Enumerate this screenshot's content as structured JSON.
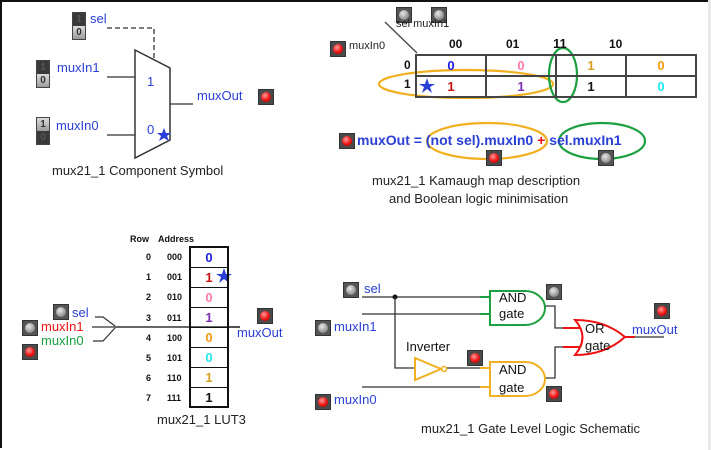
{
  "colors": {
    "label_blue": "#2a3fd6",
    "grouping_orange": "#f0b020",
    "grouping_green": "#1aa040",
    "or_gate_red": "#ee1111",
    "led_on": "#ee1111",
    "led_off": "#9a9a9a"
  },
  "symbol_panel": {
    "inputs": [
      {
        "name": "sel",
        "toggle_value": "0"
      },
      {
        "name": "muxIn1",
        "toggle_value": "0"
      },
      {
        "name": "muxIn0",
        "toggle_value": "1"
      }
    ],
    "port_labels": {
      "one": "1",
      "zero": "0"
    },
    "output": {
      "name": "muxOut",
      "led": "on"
    },
    "caption": "mux21_1 Component Symbol"
  },
  "kmap_panel": {
    "col_var_labels": [
      "sel",
      "muxIn1"
    ],
    "row_var_label": "muxIn0",
    "row_var_led": "on",
    "col_var_leds": [
      "off",
      "off"
    ],
    "column_headers": [
      "00",
      "01",
      "11",
      "10"
    ],
    "row_headers": [
      "0",
      "1"
    ],
    "cells": [
      [
        {
          "v": "0",
          "color": "#2020e0"
        },
        {
          "v": "0",
          "color": "#ff7aa8"
        },
        {
          "v": "1",
          "color": "#d4a020"
        },
        {
          "v": "0",
          "color": "#f59a10"
        }
      ],
      [
        {
          "v": "1",
          "color": "#c81010"
        },
        {
          "v": "1",
          "color": "#7a30b0"
        },
        {
          "v": "1",
          "color": "#111111"
        },
        {
          "v": "0",
          "color": "#20e8f0"
        }
      ]
    ],
    "equation": {
      "output": "muxOut",
      "equals": "=",
      "term1": "(not sel).muxIn0",
      "plus": "+",
      "term2": "sel.muxIn1",
      "term1_led": "on",
      "term2_led": "off",
      "output_led": "on"
    },
    "caption_line1": "mux21_1 Kamaugh map description",
    "caption_line2": "and Boolean logic minimisation"
  },
  "lut_panel": {
    "header_row": "Row",
    "header_address": "Address",
    "rows": [
      {
        "row": "0",
        "address": "000",
        "value": "0",
        "color": "#2020e0"
      },
      {
        "row": "1",
        "address": "001",
        "value": "1",
        "color": "#c81010"
      },
      {
        "row": "2",
        "address": "010",
        "value": "0",
        "color": "#ff7aa8"
      },
      {
        "row": "3",
        "address": "011",
        "value": "1",
        "color": "#7a30b0"
      },
      {
        "row": "4",
        "address": "100",
        "value": "0",
        "color": "#f59a10"
      },
      {
        "row": "5",
        "address": "101",
        "value": "0",
        "color": "#20e8f0"
      },
      {
        "row": "6",
        "address": "110",
        "value": "1",
        "color": "#d4a020"
      },
      {
        "row": "7",
        "address": "111",
        "value": "1",
        "color": "#111111"
      }
    ],
    "inputs": [
      {
        "name": "sel",
        "color": "#2a3fd6",
        "led": "off"
      },
      {
        "name": "muxIn1",
        "color": "#ee1111",
        "led": "off"
      },
      {
        "name": "muxIn0",
        "color": "#1aa040",
        "led": "on"
      }
    ],
    "output": {
      "name": "muxOut",
      "led": "on"
    },
    "caption": "mux21_1 LUT3"
  },
  "gate_panel": {
    "inputs": [
      {
        "name": "sel",
        "led": "off"
      },
      {
        "name": "muxIn1",
        "led": "off"
      },
      {
        "name": "muxIn0",
        "led": "on"
      }
    ],
    "and_top": {
      "line1": "AND",
      "line2": "gate",
      "led": "off"
    },
    "and_bottom": {
      "line1": "AND",
      "line2": "gate",
      "led": "on"
    },
    "or_gate": {
      "line1": "OR",
      "line2": "gate"
    },
    "inverter": {
      "label": "Inverter",
      "led": "on"
    },
    "output": {
      "name": "muxOut",
      "led": "on"
    },
    "caption": "mux21_1 Gate Level Logic Schematic"
  }
}
